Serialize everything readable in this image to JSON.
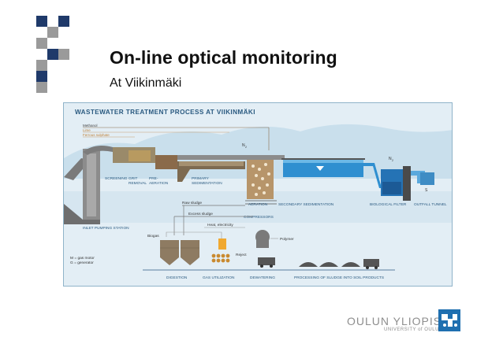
{
  "slide": {
    "title": "On-line optical monitoring",
    "subtitle": "At  Viikinmäki"
  },
  "colors": {
    "navy": "#1f3a6a",
    "grey": "#9a9a9a",
    "water": "#2f8fd0",
    "panel": "#e3eef5",
    "label": "#2a5a80"
  },
  "diagram": {
    "heading": "WASTEWATER TREATMENT PROCESS AT VIIKINMÄKI",
    "chemicals": [
      "Methanol",
      "Lime",
      "Ferrous sulphate"
    ],
    "n2_left": "N",
    "n2_right": "N",
    "n2_sub": "2",
    "stages": {
      "screening": "SCREENING",
      "grit_1": "GRIT",
      "grit_2": "REMOVAL",
      "pre_1": "PRE-",
      "pre_2": "AERATION",
      "primary_1": "PRIMARY",
      "primary_2": "SEDIMENTATION",
      "aeration": "AERATION",
      "secondary": "SECONDARY SEDIMENTATION",
      "bio_filter": "BIOLOGICAL FILTER",
      "outfall": "OUTFALL TUNNEL",
      "inlet": "INLET PUMPING STATION",
      "compressors": "COMPRESSORS"
    },
    "sludge": {
      "raw": "Raw sludge",
      "excess": "Excess sludge",
      "heat": "Heat, electricity",
      "biogas": "Biogas",
      "polymer": "Polymer",
      "reject": "Reject"
    },
    "legend": [
      "M = gas motor",
      "G = generator"
    ],
    "bottom": {
      "digestion": "DIGESTION",
      "gas": "GAS UTILIZATION",
      "dewatering": "DEWATERING",
      "processing": "PROCESSING OF SLUDGE INTO SOIL PRODUCTS"
    }
  },
  "logo": {
    "name": "OULUN YLIOPISTO",
    "sub": "UNIVERSITY of OULU"
  }
}
